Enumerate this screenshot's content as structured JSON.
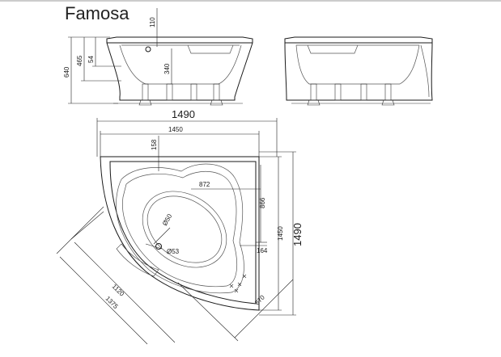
{
  "title": "Famosa",
  "side_view": {
    "dimensions": {
      "d640": "640",
      "d465": "465",
      "d54": "54",
      "d110": "110",
      "d340": "340"
    }
  },
  "top_view": {
    "dimensions": {
      "d1490_top": "1490",
      "d1450_top": "1450",
      "d158": "158",
      "d872": "872",
      "d866": "866",
      "d1450_right": "1450",
      "d1490_right": "1490",
      "d164": "164",
      "d650": "Ø50",
      "d53": "Ø53",
      "d1120": "1120",
      "d1375": "1375",
      "d870": "870"
    }
  },
  "colors": {
    "line": "#1a1a1a",
    "background": "#ffffff"
  }
}
